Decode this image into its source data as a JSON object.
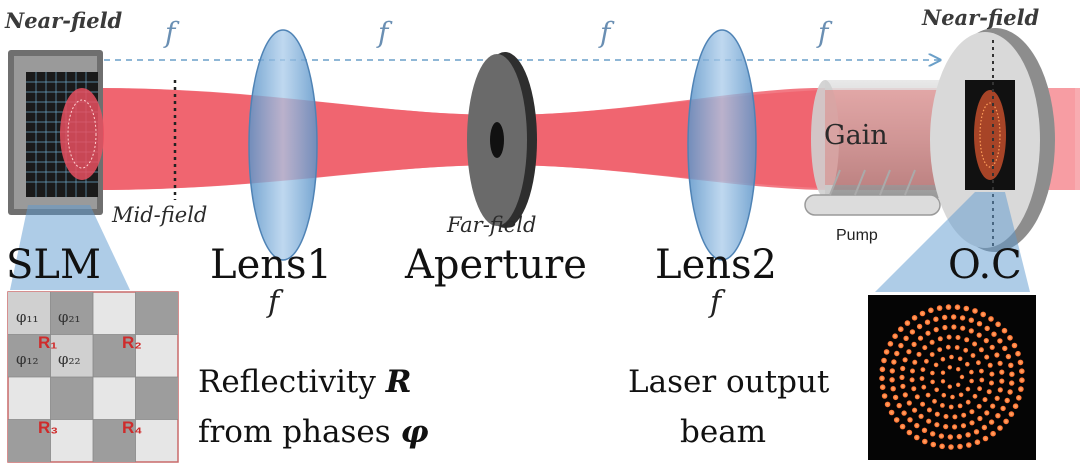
{
  "labels": {
    "near_field_left": "Near-field",
    "near_field_right": "Near-field",
    "mid_field": "Mid-field",
    "far_field": "Far-field",
    "focal": "f",
    "gain": "Gain",
    "pump": "Pump",
    "slm": "SLM",
    "lens1": "Lens1",
    "aperture": "Aperture",
    "lens2": "Lens2",
    "oc": "O.C",
    "reflectivity_line1_text": "Reflectivity ",
    "reflectivity_symbol": "R",
    "reflectivity_line2_text": "from phases ",
    "phase_symbol": "φ",
    "laser_line1": "Laser output",
    "laser_line2": "beam"
  },
  "slm_grid": {
    "phase_cells": [
      "φ₁₁",
      "φ₂₁",
      "φ₁₂",
      "φ₂₂"
    ],
    "regions": [
      "R₁",
      "R₂",
      "R₃",
      "R₄"
    ]
  },
  "colors": {
    "beam": "#f0626d",
    "lens": "#7fb0db",
    "dashed_arrow": "#6a9fc8",
    "callout": "#5e99cf",
    "region_label": "#cf2b2b",
    "text": "#111111"
  }
}
